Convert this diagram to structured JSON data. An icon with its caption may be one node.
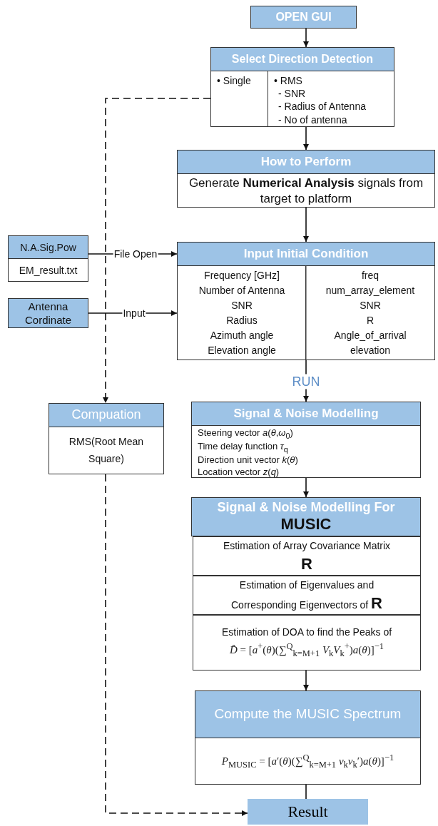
{
  "diagram": {
    "nodes": [
      {
        "text": [
          "OPEN GUI"
        ]
      },
      {
        "text": [
          "Select Direction Detection",
          "• Single",
          "• RMS",
          "- SNR",
          "- Radius of Antenna",
          "- No of antenna"
        ]
      },
      {
        "text": [
          "How to Perform",
          "Generate **Numerical Analysis** signals from target to platform"
        ]
      },
      {
        "text": [
          "N.A.Sig.Pow",
          "EM_result.txt"
        ]
      },
      {
        "text": [
          "Antenna Cordinate"
        ]
      },
      {
        "text": [
          "Input Initial Condition",
          "Frequency [GHz]",
          "freq",
          "Number of Antenna",
          "num_array_element",
          "SNR",
          "SNR",
          "Radius",
          "R",
          "Azimuth angle",
          "Angle_of_arrival",
          "Elevation angle",
          "elevation"
        ]
      },
      {
        "text": [
          "Compuation",
          "RMS(Root Mean Square)"
        ]
      },
      {
        "text": [
          "Signal & Noise Modelling",
          "Steering vector *a*(*θ*,*ω*$_{0}$)",
          "Time delay function *τ*$_{q}$",
          "Direction unit vector *k*(*θ*)",
          "Location vector *z*(*q*)"
        ]
      },
      {
        "text": [
          "Signal & Noise Modelling For **MUSIC**"
        ]
      },
      {
        "text": [
          "Estimation of Array Covariance Matrix **R**"
        ]
      },
      {
        "text": [
          "Estimation of Eigenvalues and Corresponding Eigenvectors of **R**"
        ]
      },
      {
        "text": [
          "Estimation of DOA to find the Peaks of",
          "*D̂* = [*a*$^{+}$(*θ*)(∑$^{Q}$$_{k=M+1}$ *V*$_{k}$*V*$_{k}$$^{+}$)*a*(*θ*)]$^{−1}$"
        ]
      },
      {
        "text": [
          "Compute the MUSIC Spectrum",
          "*P*$_{MUSIC}$ = [*a*′(*θ*)(∑$^{Q}$$_{k=M+1}$ *v*$_{k}$*v*$_{k}$′)*a*(*θ*)]$^{−1}$"
        ]
      },
      {
        "text": [
          "Result"
        ]
      }
    ],
    "edges": [
      {
        "from": 0,
        "to": 1,
        "arrow": "to"
      },
      {
        "from": 1,
        "to": 2,
        "arrow": "to"
      },
      {
        "from": 2,
        "to": 5,
        "arrow": "to"
      },
      {
        "from": 3,
        "to": 5,
        "arrow": "to",
        "label": "File Open"
      },
      {
        "from": 4,
        "to": 5,
        "arrow": "to",
        "label": "Input"
      },
      {
        "from": 5,
        "to": 7,
        "arrow": "to",
        "label": "RUN"
      },
      {
        "from": 7,
        "to": 8,
        "arrow": "to"
      },
      {
        "from": 11,
        "to": 12,
        "arrow": "to"
      },
      {
        "from": 12,
        "to": 13,
        "arrow": "none"
      },
      {
        "from": 1,
        "to": 6,
        "arrow": "to",
        "style": "dashed"
      },
      {
        "from": 6,
        "to": 13,
        "arrow": "to",
        "style": "dashed"
      }
    ]
  }
}
